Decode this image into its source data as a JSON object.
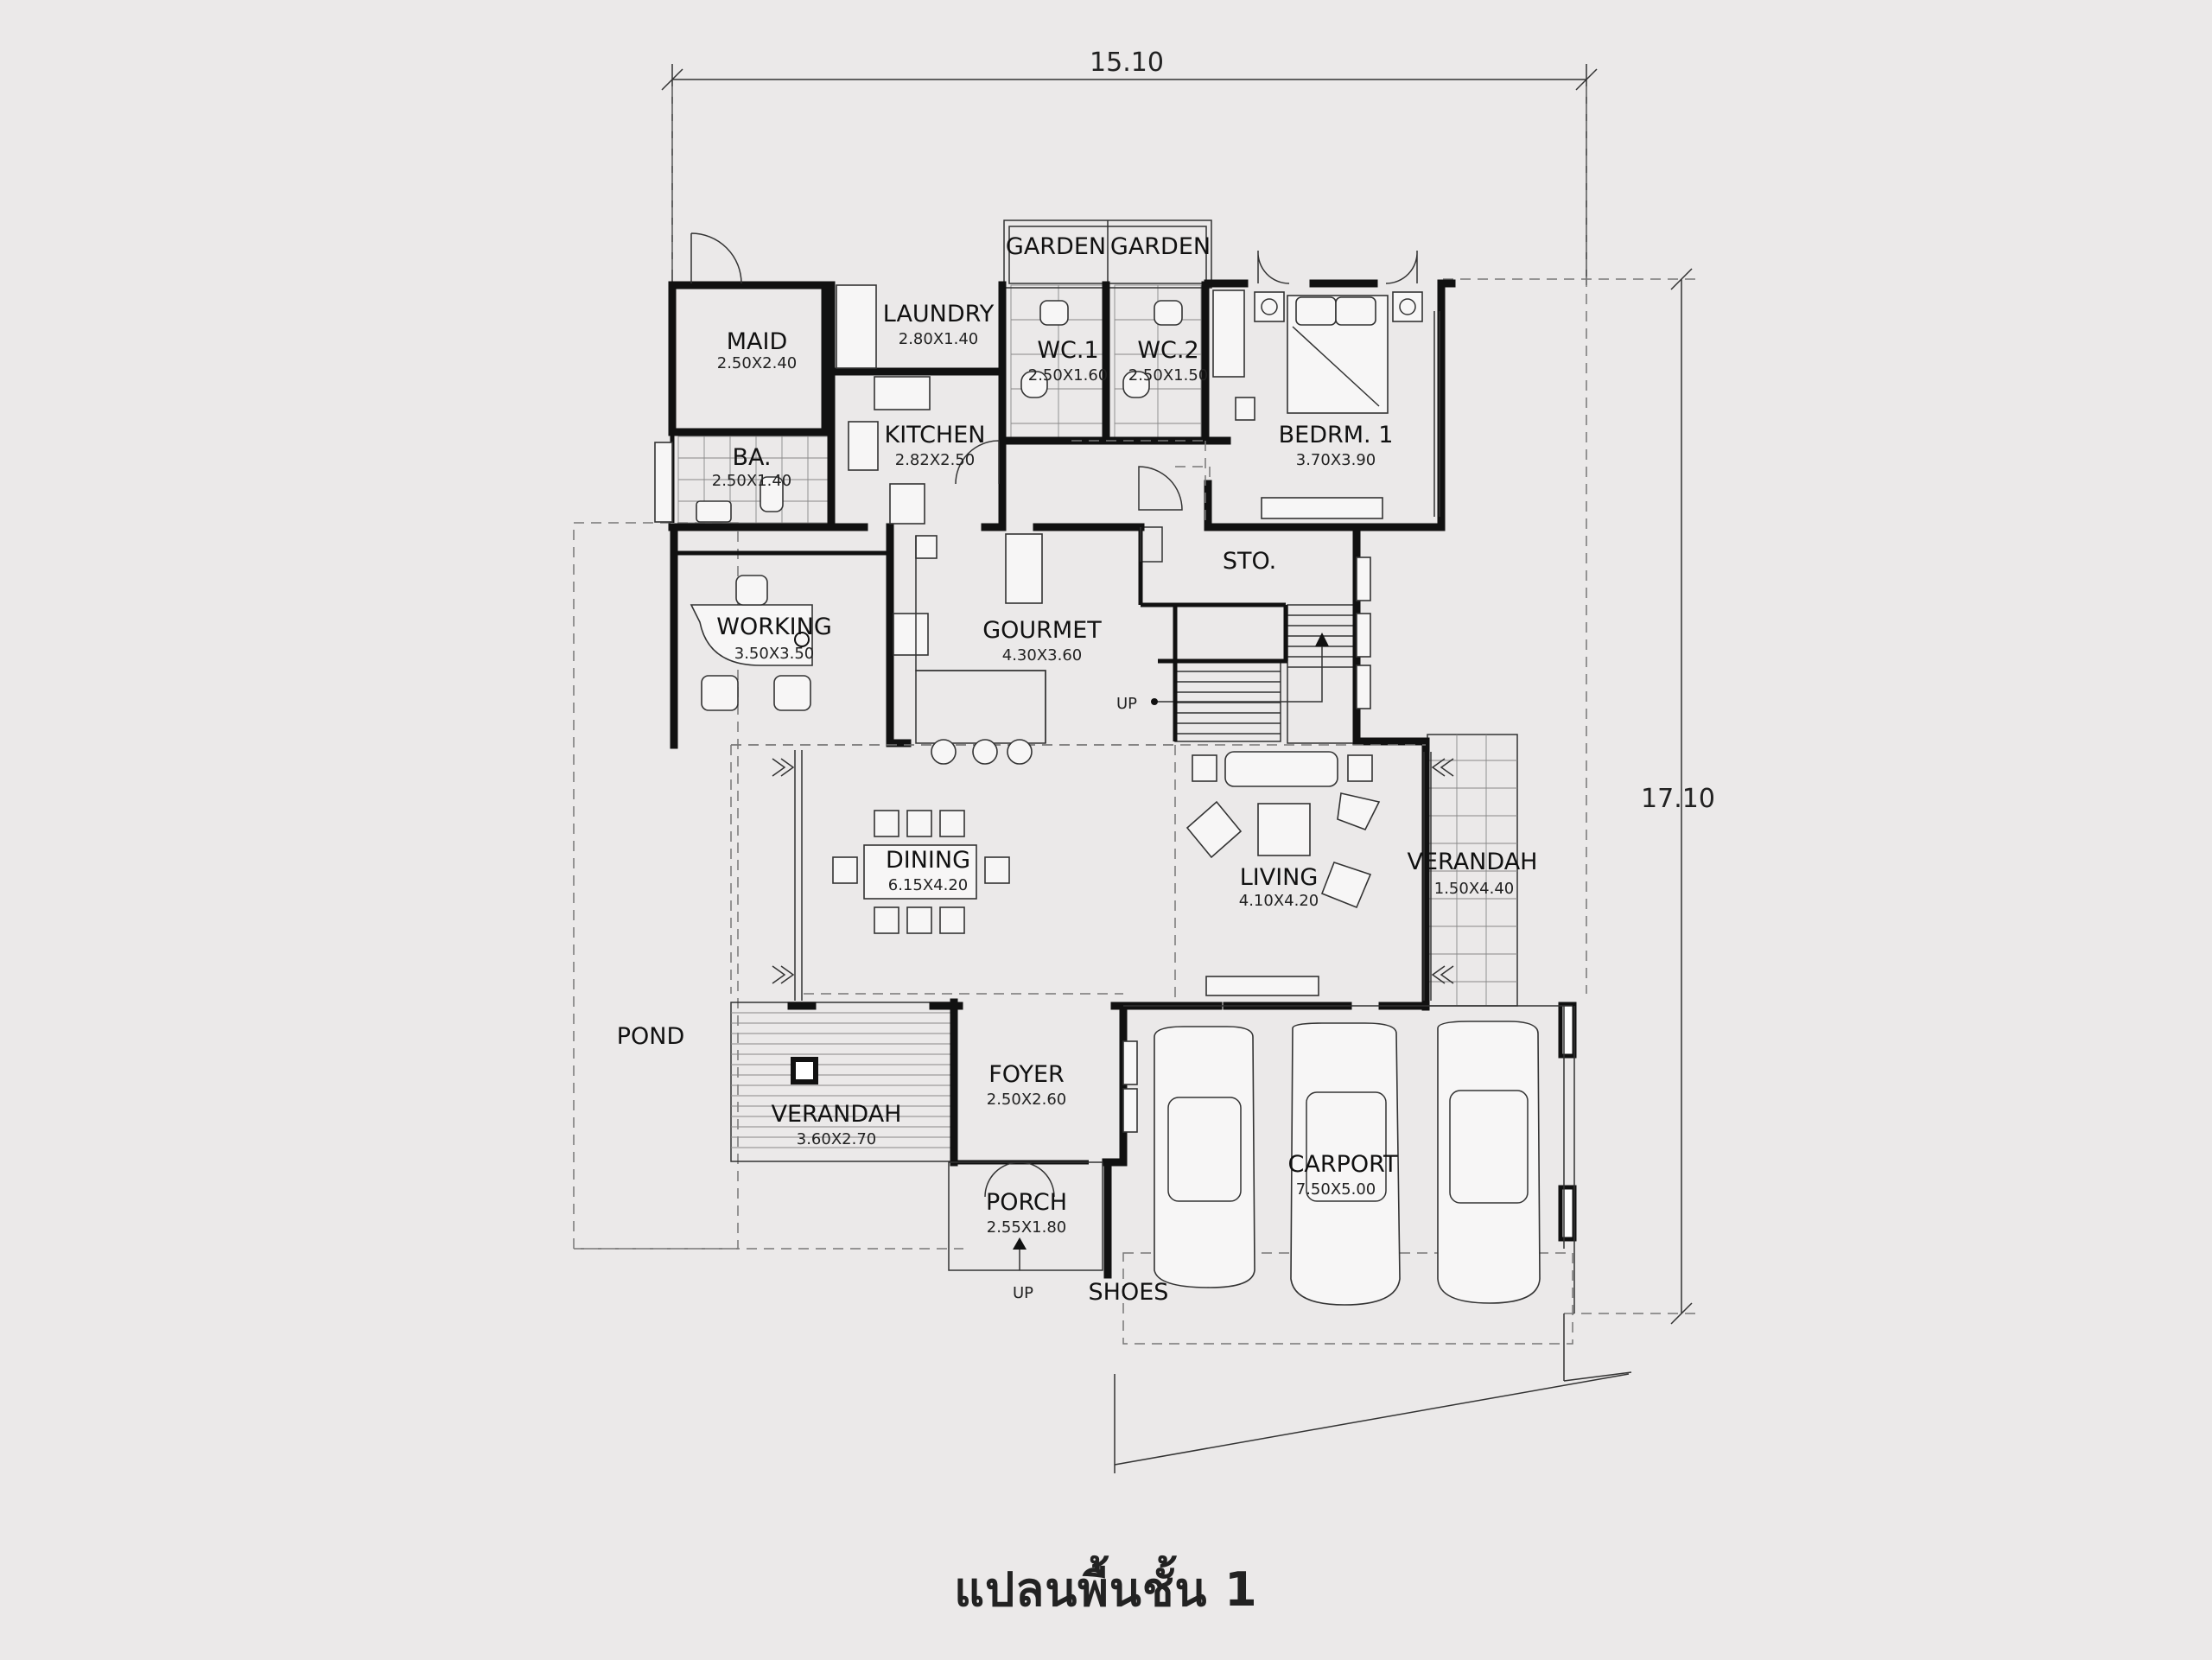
{
  "plan_title": "แปลนพื้นชั้น 1",
  "dimensions": {
    "width": "15.10",
    "depth": "17.10"
  },
  "rooms": {
    "maid": {
      "name": "MAID",
      "size": "2.50X2.40"
    },
    "laundry": {
      "name": "LAUNDRY",
      "size": "2.80X1.40"
    },
    "wc1": {
      "name": "WC.1",
      "size": "2.50X1.60"
    },
    "wc2": {
      "name": "WC.2",
      "size": "2.50X1.50"
    },
    "bedrm1": {
      "name": "BEDRM. 1",
      "size": "3.70X3.90"
    },
    "kitchen": {
      "name": "KITCHEN",
      "size": "2.82X2.50"
    },
    "ba": {
      "name": "BA.",
      "size": "2.50X1.40"
    },
    "sto": {
      "name": "STO."
    },
    "working": {
      "name": "WORKING",
      "size": "3.50X3.50"
    },
    "gourmet": {
      "name": "GOURMET",
      "size": "4.30X3.60"
    },
    "dining": {
      "name": "DINING",
      "size": "6.15X4.20"
    },
    "living": {
      "name": "LIVING",
      "size": "4.10X4.20"
    },
    "verandah_e": {
      "name": "VERANDAH",
      "size": "1.50X4.40"
    },
    "verandah_s": {
      "name": "VERANDAH",
      "size": "3.60X2.70"
    },
    "foyer": {
      "name": "FOYER",
      "size": "2.50X2.60"
    },
    "porch": {
      "name": "PORCH",
      "size": "2.55X1.80"
    },
    "carport": {
      "name": "CARPORT",
      "size": "7.50X5.00"
    }
  },
  "labels": {
    "garden_1": "GARDEN",
    "garden_2": "GARDEN",
    "pond": "POND",
    "shoes": "SHOES",
    "up_stair": "UP",
    "up_porch": "UP"
  }
}
